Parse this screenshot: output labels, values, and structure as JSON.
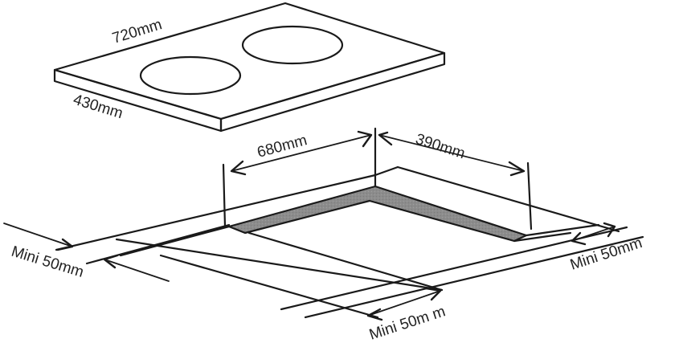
{
  "diagram": {
    "type": "installation-dimension-drawing",
    "subject": "built-in two-zone hob cutout",
    "colors": {
      "line": "#1a1a1a",
      "text": "#222222",
      "cutout_shading": "#8c8c8c",
      "background": "#ffffff"
    },
    "appliance": {
      "width_label": "720mm",
      "depth_label": "430mm",
      "cooking_zones": 2
    },
    "cutout": {
      "width_label": "680mm",
      "depth_label": "390mm"
    },
    "clearances": {
      "left_label": "Mini 50mm",
      "front_label": "Mini 50m m",
      "right_label": "Mini 50mm"
    }
  }
}
